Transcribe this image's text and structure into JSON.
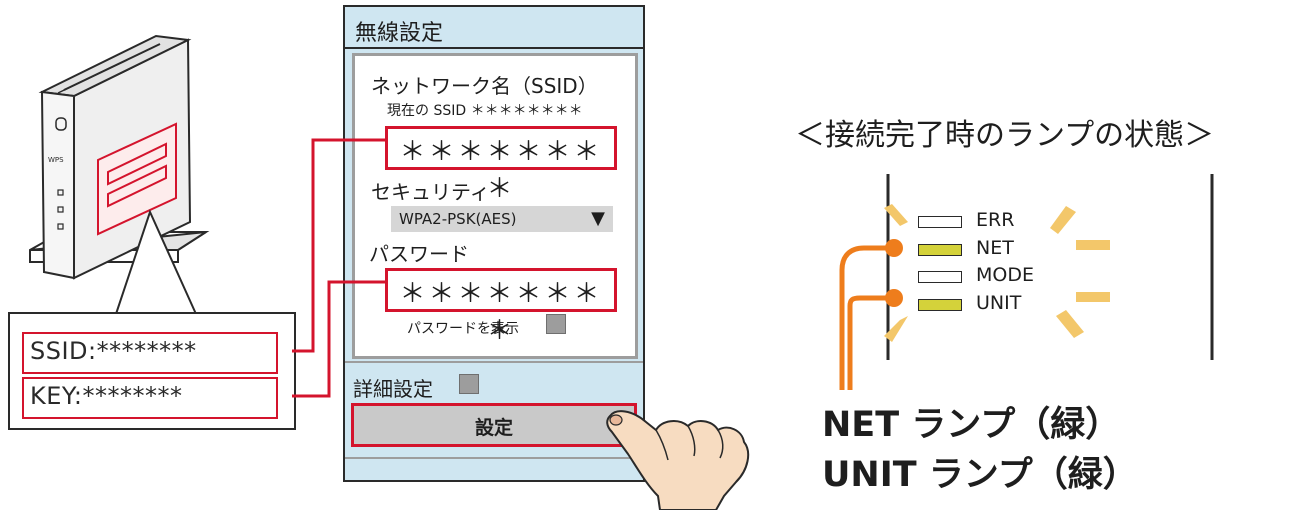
{
  "router_info": {
    "ssid_label": "SSID:********",
    "key_label": "KEY:********"
  },
  "router_device": {
    "wps_label": "WPS"
  },
  "phone": {
    "title": "無線設定",
    "network_name_label": "ネットワーク名（SSID）",
    "current_ssid_label": "現在の SSID ＊＊＊＊＊＊＊＊",
    "ssid_value": "＊＊＊＊＊＊＊＊",
    "security_label": "セキュリティ",
    "security_selected": "WPA2-PSK(AES)",
    "password_label": "パスワード",
    "password_value": "＊＊＊＊＊＊＊＊",
    "show_password_label": "パスワードを表示",
    "advanced_label": "詳細設定",
    "set_button": "設定"
  },
  "lamp_panel": {
    "title": "＜接続完了時のランプの状態＞",
    "lamps": [
      {
        "label": "ERR",
        "lit": false
      },
      {
        "label": "NET",
        "lit": true,
        "color": "#d4d23a"
      },
      {
        "label": "MODE",
        "lit": false
      },
      {
        "label": "UNIT",
        "lit": true,
        "color": "#d4d23a"
      }
    ],
    "caption_net": "NET ランプ（緑）",
    "caption_unit": "UNIT ランプ（緑）"
  },
  "colors": {
    "highlight_red": "#d4142d",
    "orange": "#ee7d1c",
    "glow": "#f3c76a",
    "phone_bg": "#cfe6f1",
    "lamp_green": "#d4d23a"
  },
  "icons": {
    "select_arrow": "▼"
  }
}
